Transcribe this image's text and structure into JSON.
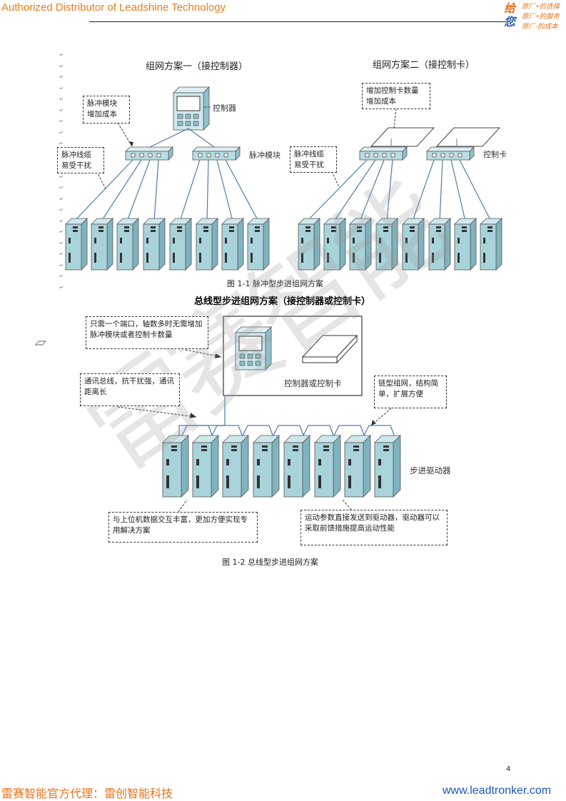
{
  "header": {
    "left_text": "Authorized Distributor of Leadshine Technology",
    "logo_chars": [
      "给",
      "您"
    ],
    "slogans": [
      "原厂+的选择",
      "原厂+的服务",
      "原厂-的成本"
    ]
  },
  "figure1": {
    "title_left": "组网方案一（接控制器）",
    "title_right": "组网方案二（接控制卡）",
    "note_pulse_module_cost": [
      "脉冲模块",
      "增加成本"
    ],
    "note_pulse_wire_left": [
      "脉冲线缆",
      "易受干扰"
    ],
    "note_card_cost": [
      "增加控制卡数量",
      "增加成本"
    ],
    "note_pulse_wire_right": [
      "脉冲线缆",
      "易受干扰"
    ],
    "label_controller": "控制器",
    "label_pulse_module": "脉冲模块",
    "label_control_card": "控制卡",
    "caption": "图 1-1    脉冲型步进组网方案"
  },
  "section_title": "总线型步进组网方案（接控制器或控制卡）",
  "figure2": {
    "note_one_port": "只需一个端口，轴数多时无需增加脉冲模块或者控制卡数量",
    "box_label": "控制器或控制卡",
    "note_bus": "通讯总线，抗干扰强，通讯距离长",
    "note_chain": "链型组网，结构简单，扩展方便",
    "label_drivers": "步进驱动器",
    "note_host": "与上位机数据交互丰富，更加方便实现专用解决方案",
    "note_params": "运动参数直接发送到驱动器，驱动器可以采取前馈措施提高运动性能",
    "caption": "图 1-2  总线型步进组网方案"
  },
  "watermark": "雷赛智能",
  "page_number": "4",
  "footer": {
    "left": "雷赛智能官方代理：雷创智能科技",
    "right": "www.leadtronker.com"
  },
  "colors": {
    "orange": "#e8731e",
    "blue_link": "#1a56c4",
    "driver_face": "#a9d3da",
    "driver_side": "#7fb3bf",
    "line_blue": "#4a7fae"
  }
}
